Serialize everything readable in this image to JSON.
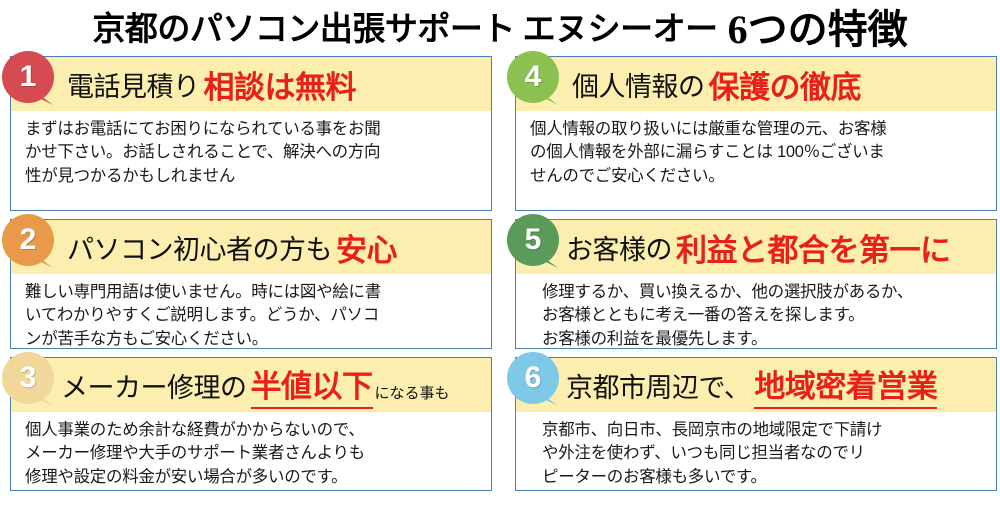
{
  "title": {
    "main": "京都のパソコン出張サポート エヌシーオー",
    "accent": "6つの特徴"
  },
  "colors": {
    "card_border": "#4a7ebb",
    "header_bg": "#fbeeae",
    "heading_black": "#111111",
    "heading_red": "#e8201a",
    "bubble_1": "#d64a52",
    "bubble_2": "#e89a4a",
    "bubble_3": "#f2d79b",
    "bubble_4": "#8cc152",
    "bubble_5": "#5a9b5a",
    "bubble_6": "#7ec8e8"
  },
  "features": [
    {
      "number": "1",
      "bubble_color": "#d64a52",
      "heading_black": "電話見積り",
      "heading_red": "相談は無料",
      "heading_suffix": "",
      "underline": false,
      "body": [
        "まずはお電話にてお困りになられている事をお聞",
        "かせ下さい。お話しされることで、解決への方向",
        "性が見つかるかもしれません"
      ]
    },
    {
      "number": "2",
      "bubble_color": "#e89a4a",
      "heading_black": "パソコン初心者の方も",
      "heading_red": "安心",
      "heading_suffix": "",
      "underline": false,
      "body": [
        "難しい専門用語は使いません。時には図や絵に書",
        "いてわかりやすくご説明します。どうか、パソコ",
        "ンが苦手な方もご安心ください。"
      ]
    },
    {
      "number": "3",
      "bubble_color": "#f2d79b",
      "heading_black": "メーカー修理の",
      "heading_red": "半値以下",
      "heading_suffix": "になる事も",
      "underline": true,
      "body": [
        "個人事業のため余計な経費がかからないので、",
        "メーカー修理や大手のサポート業者さんよりも",
        "修理や設定の料金が安い場合が多いのです。"
      ]
    },
    {
      "number": "4",
      "bubble_color": "#8cc152",
      "heading_black": "個人情報の",
      "heading_red": "保護の徹底",
      "heading_suffix": "",
      "underline": false,
      "body": [
        "個人情報の取り扱いには厳重な管理の元、お客様",
        "の個人情報を外部に漏らすことは 100％ございま",
        "せんのでご安心ください。"
      ]
    },
    {
      "number": "5",
      "bubble_color": "#5a9b5a",
      "heading_black": "お客様の",
      "heading_red": "利益と都合を第一に",
      "heading_suffix": "",
      "underline": false,
      "body": [
        "修理するか、買い換えるか、他の選択肢があるか、",
        "お客様とともに考え一番の答えを探します。",
        "お客様の利益を最優先します。"
      ]
    },
    {
      "number": "6",
      "bubble_color": "#7ec8e8",
      "heading_black": "京都市周辺で、",
      "heading_red": "地域密着営業",
      "heading_suffix": "",
      "underline": true,
      "body": [
        "京都市、向日市、長岡京市の地域限定で下請け",
        "や外注を使わず、いつも同じ担当者なのでリ",
        "ピーターのお客様も多いです。"
      ]
    }
  ]
}
